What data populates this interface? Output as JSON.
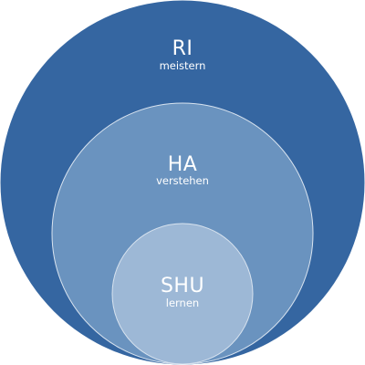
{
  "rings": [
    {
      "id": "outer",
      "title": "RI",
      "subtitle": "meistern",
      "color": "#3566a1"
    },
    {
      "id": "middle",
      "title": "HA",
      "subtitle": "verstehen",
      "color": "#6a93bf"
    },
    {
      "id": "inner",
      "title": "SHU",
      "subtitle": "lernen",
      "color": "#9db8d6"
    }
  ],
  "colors": {
    "background": "#ffffff",
    "stroke": "#d8e3ef",
    "text": "#ffffff"
  }
}
